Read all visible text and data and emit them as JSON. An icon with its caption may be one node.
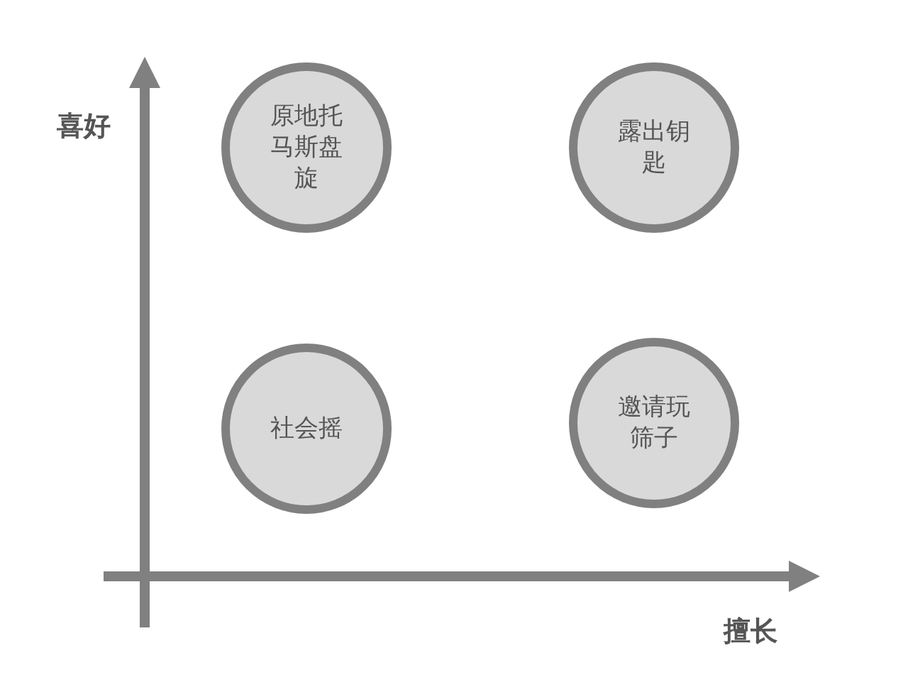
{
  "diagram": {
    "nodes": [
      {
        "text": [
          "原地托马斯盘旋"
        ]
      },
      {
        "text": [
          "露出钥匙"
        ]
      },
      {
        "text": [
          "社会摇"
        ]
      },
      {
        "text": [
          "邀请玩筛子"
        ]
      }
    ],
    "labels": [
      "喜好",
      "擅长"
    ]
  }
}
